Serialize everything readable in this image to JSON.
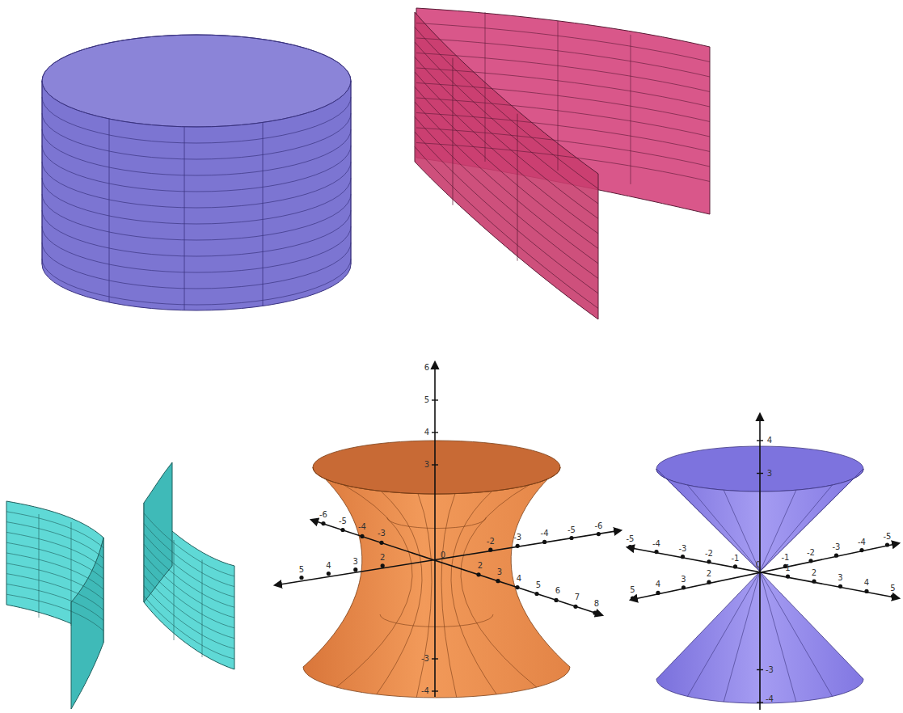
{
  "diagram": {
    "labels": [
      "6",
      "5",
      "4",
      "3",
      "-3",
      "-4",
      "5",
      "4",
      "3",
      "2",
      "-6",
      "-5",
      "-4",
      "-3",
      "-2",
      "-3",
      "-4",
      "-5",
      "-6",
      "2",
      "3",
      "4",
      "5",
      "6",
      "7",
      "8",
      "0",
      "4",
      "3",
      "-3",
      "-4",
      "-5",
      "-4",
      "-3",
      "-2",
      "-1",
      "5",
      "4",
      "3",
      "2",
      "-1",
      "-2",
      "-3",
      "-4",
      "-5",
      "1",
      "2",
      "3",
      "4",
      "5",
      "0"
    ]
  }
}
